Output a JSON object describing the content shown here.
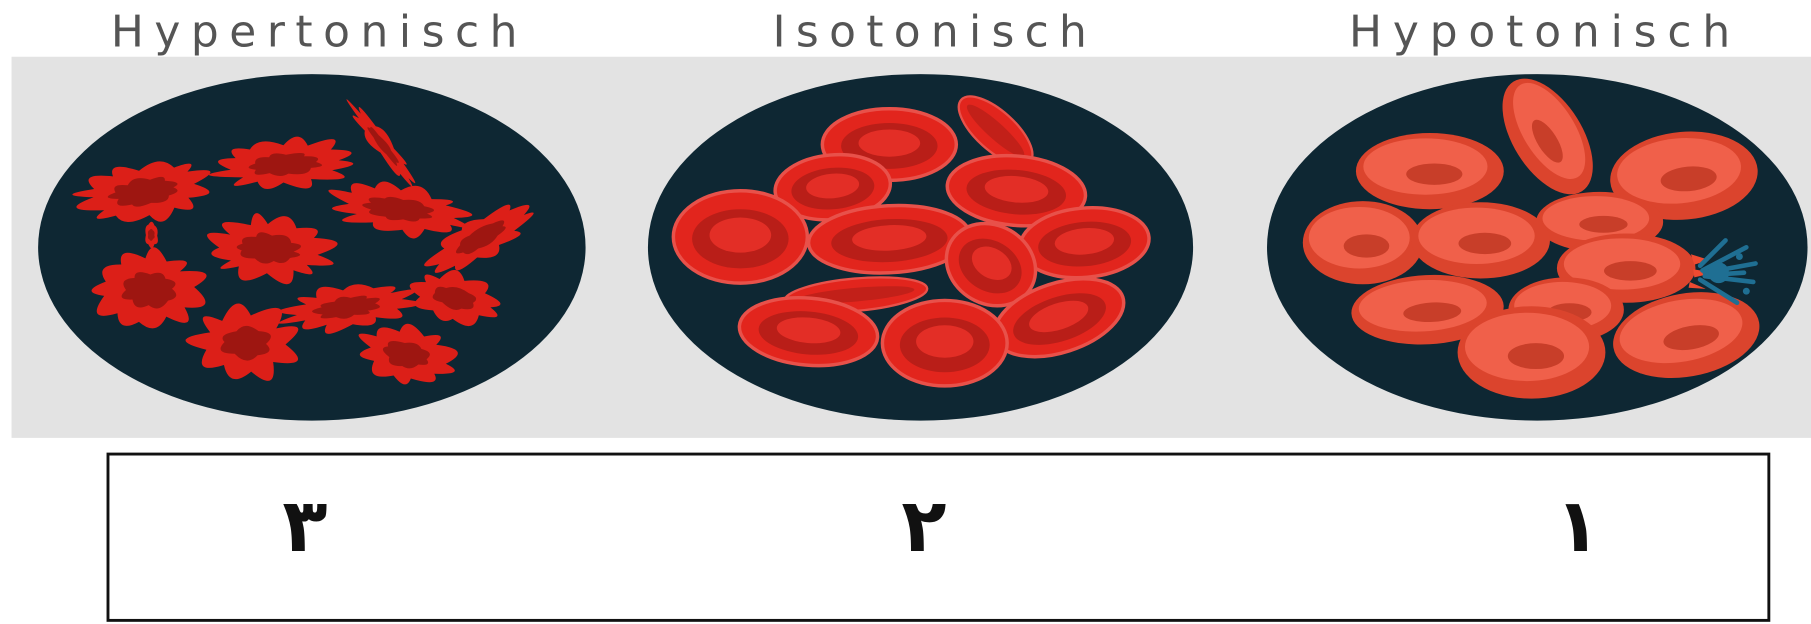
{
  "panels": [
    {
      "label": "Hypertonisch"
    },
    {
      "label": "Isotonisch"
    },
    {
      "label": "Hypotonisch"
    }
  ],
  "answer_box": {
    "numbers": [
      "٣",
      "٢",
      "١"
    ]
  },
  "colors": {
    "label_text": "#555555",
    "band": "#e3e3e3",
    "dish": "#0e2733",
    "hypertonic_cell": "#dc1f18",
    "isotonic_cell": "#e2251d",
    "hypotonic_cell": "#ee4a31",
    "burst_fluid": "#1f6f93",
    "box_border": "#111111",
    "number_text": "#111111"
  }
}
